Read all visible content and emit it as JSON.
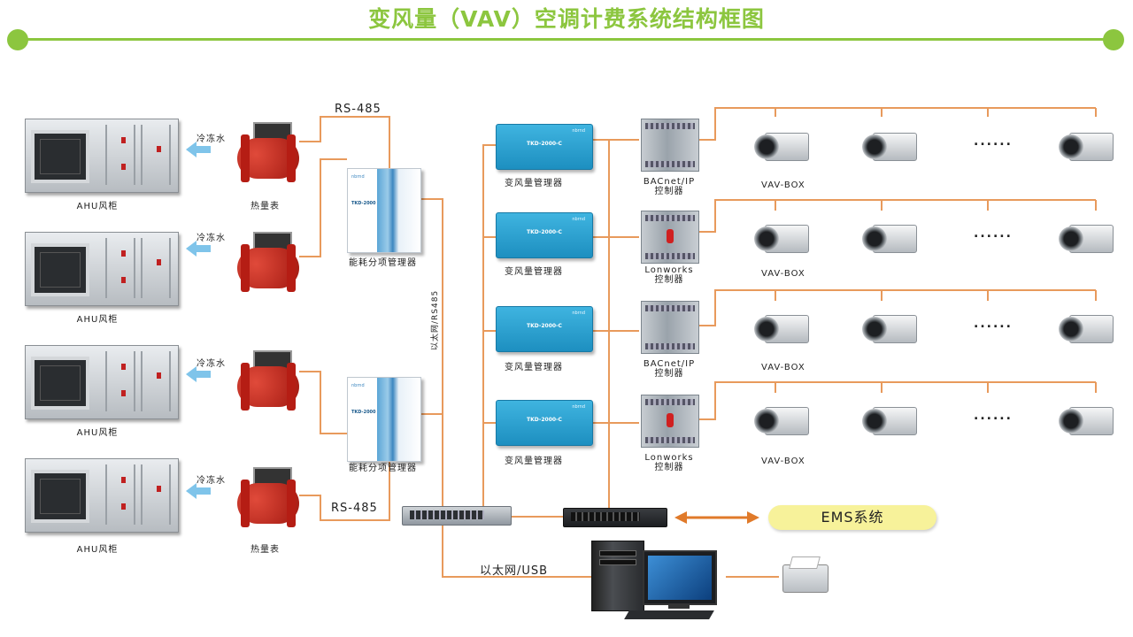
{
  "title": "变风量（VAV）空调计费系统结构框图",
  "colors": {
    "accent": "#8cc63f",
    "wire": "#e89a5c",
    "water_arrow": "#7fc4ea",
    "ems_bg": "#f7f29a",
    "bi_arrow": "#e07a2a"
  },
  "ahu_units": [
    {
      "label": "AHU风柜",
      "water_label": "冷冻水"
    },
    {
      "label": "AHU风柜",
      "water_label": "冷冻水"
    },
    {
      "label": "AHU风柜",
      "water_label": "冷冻水"
    },
    {
      "label": "AHU风柜",
      "water_label": "冷冻水"
    }
  ],
  "heat_meters": {
    "top_label": "热量表",
    "bottom_label": "热量表"
  },
  "rs485_top": "RS-485",
  "rs485_bottom": "RS-485",
  "energy_managers": [
    {
      "label": "能耗分项管理器",
      "device_text": "TKD-2000",
      "brand": "nbrnd"
    },
    {
      "label": "能耗分项管理器",
      "device_text": "TKD-2000",
      "brand": "nbrnd"
    }
  ],
  "trunk_label": "以太网/RS485",
  "vav_managers": [
    {
      "label": "变风量管理器",
      "device_text": "TKD-2000-C",
      "brand": "nbrnd"
    },
    {
      "label": "变风量管理器",
      "device_text": "TKD-2000-C",
      "brand": "nbrnd"
    },
    {
      "label": "变风量管理器",
      "device_text": "TKD-2000-C",
      "brand": "nbrnd"
    },
    {
      "label": "变风量管理器",
      "device_text": "TKD-2000-C",
      "brand": "nbrnd"
    }
  ],
  "controllers": [
    {
      "line1": "BACnet/IP",
      "line2": "控制器"
    },
    {
      "line1": "Lonworks",
      "line2": "控制器"
    },
    {
      "line1": "BACnet/IP",
      "line2": "控制器"
    },
    {
      "line1": "Lonworks",
      "line2": "控制器"
    }
  ],
  "vav_rows": [
    {
      "label": "VAV-BOX",
      "ellipsis": "......"
    },
    {
      "label": "VAV-BOX",
      "ellipsis": "......"
    },
    {
      "label": "VAV-BOX",
      "ellipsis": "......"
    },
    {
      "label": "VAV-BOX",
      "ellipsis": "......"
    }
  ],
  "usb_label": "以太网/USB",
  "ems_label": "EMS系统"
}
